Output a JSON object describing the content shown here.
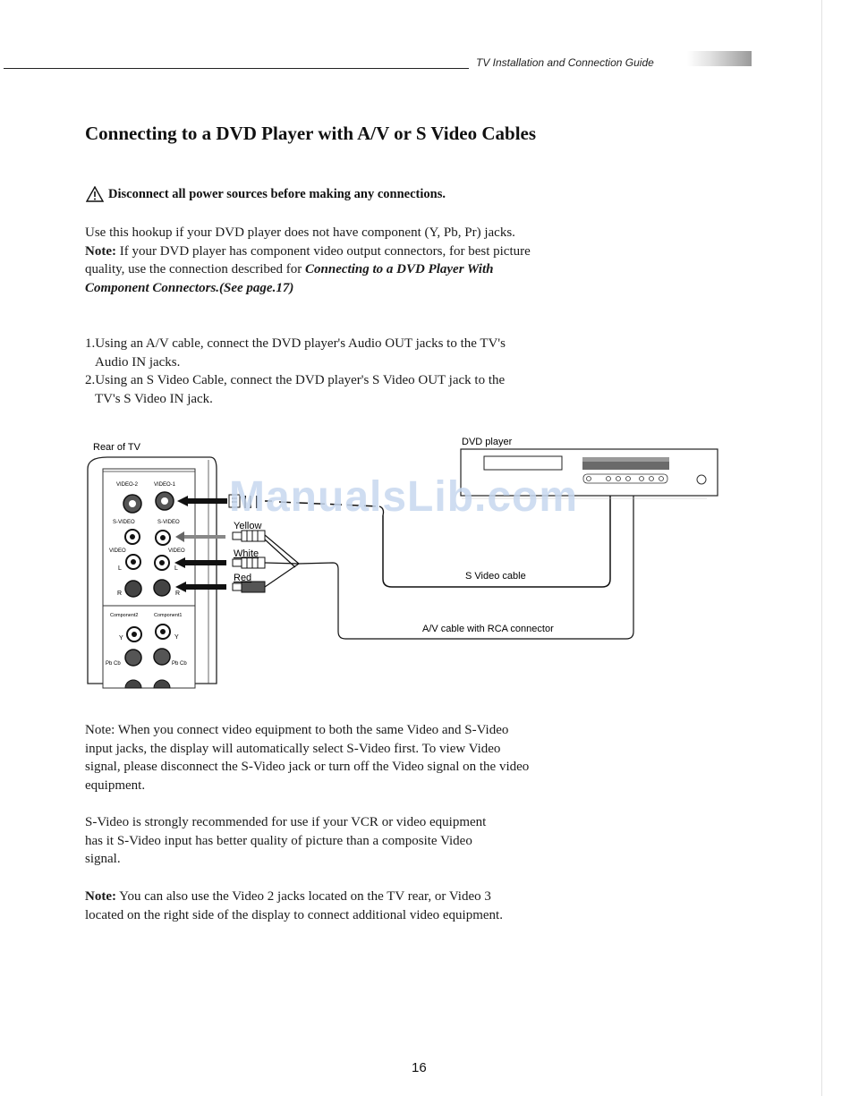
{
  "header": {
    "guide_title": "TV Installation and Connection Guide"
  },
  "section": {
    "title": "Connecting to a DVD Player with A/V or S Video Cables",
    "warning": "Disconnect all power sources before making any connections.",
    "intro": "Use this hookup if your DVD player does not have component (Y, Pb, Pr) jacks.",
    "note1_label": "Note:",
    "note1_text": " If your DVD player has component video output connectors, for best picture quality, use the connection described for ",
    "note1_ref": "Connecting to a DVD Player With Component Connectors.(See page.17)",
    "steps": [
      "1.Using an A/V cable, connect the DVD player's Audio OUT jacks to the TV's Audio IN jacks.",
      "2.Using an S Video Cable, connect the DVD player's S Video OUT jack to the TV's S Video IN jack."
    ]
  },
  "diagram": {
    "rear_label": "Rear of TV",
    "dvd_label": "DVD player",
    "jack_labels": {
      "video2": "VIDEO-2",
      "video1": "VIDEO-1",
      "svideo_left": "S-VIDEO",
      "svideo_right": "S-VIDEO",
      "video_left": "VIDEO",
      "video_right": "VIDEO",
      "l_left": "L",
      "l_right": "L",
      "r_left": "R",
      "r_right": "R",
      "component2": "Component2",
      "component1": "Component1",
      "y_left": "Y",
      "y_right": "Y",
      "pbcb_left": "Pb Cb",
      "pbcb_right": "Pb Cb"
    },
    "cable_colors": [
      "Yellow",
      "White",
      "Red"
    ],
    "svideo_cable": "S Video cable",
    "av_cable": "A/V cable with RCA connector"
  },
  "watermark": "ManualsLib.com",
  "notes": {
    "note2": "Note: When you connect video equipment to both the same Video and S-Video input jacks, the display will automatically select S-Video first. To view Video signal, please disconnect the S-Video jack or turn off the Video signal on the video equipment.",
    "svideo_rec": "S-Video is strongly recommended for use if your VCR or video equipment has it S-Video input has better quality of picture than a composite Video signal.",
    "note3_label": "Note:",
    "note3_text": " You can also use the Video 2 jacks located on the TV rear, or Video 3 located on the right side of the display to connect additional video equipment."
  },
  "page_number": "16"
}
